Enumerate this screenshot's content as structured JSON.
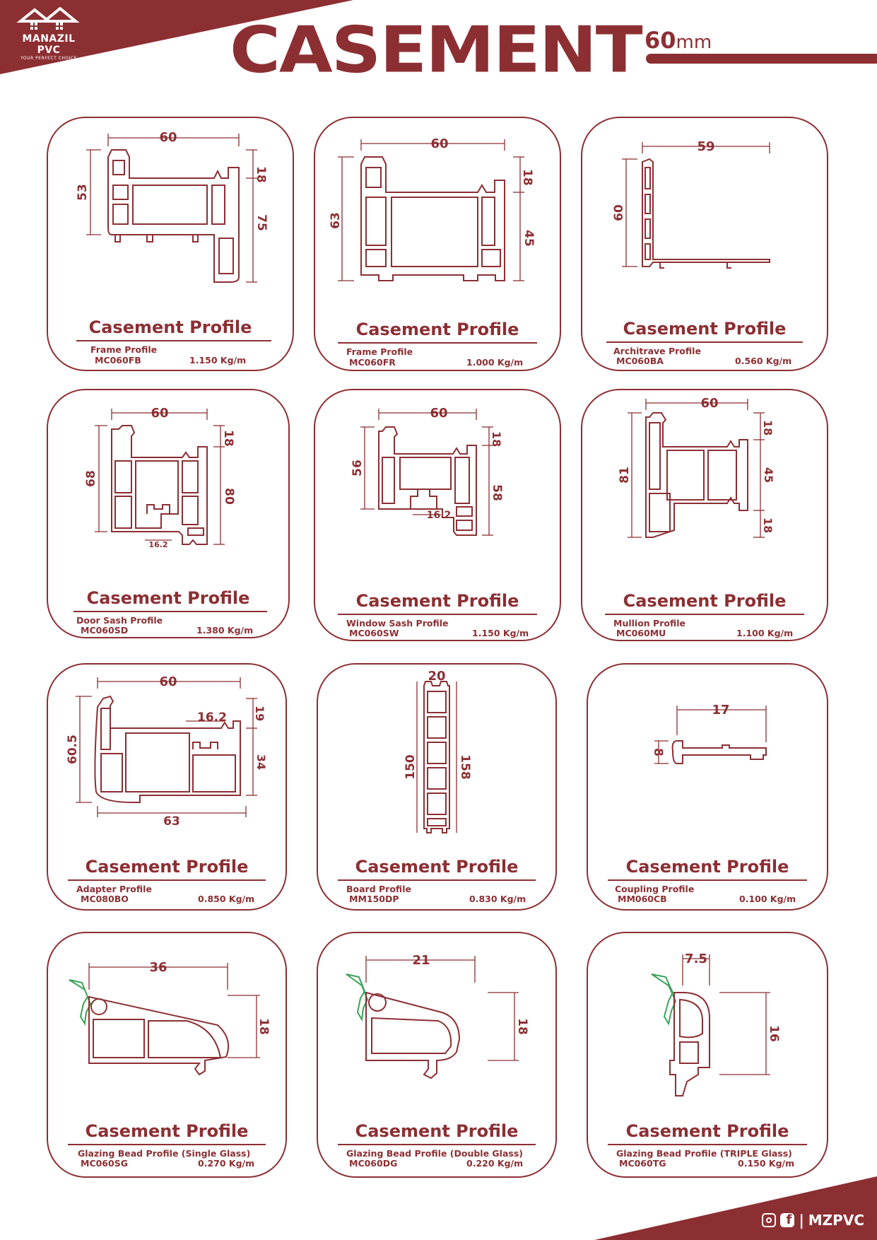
{
  "brand": {
    "name": "MANAZIL PVC",
    "tagline": "YOUR PERFECT CHOICE"
  },
  "header": {
    "title": "CASEMENT",
    "size_value": "60",
    "size_unit": "mm"
  },
  "cards": [
    {
      "title": "Casement Profile",
      "subtitle": "Frame Profile",
      "code": "MC060FB",
      "weight": "1.150 Kg/m",
      "dims": [
        "60",
        "18",
        "53",
        "75"
      ]
    },
    {
      "title": "Casement Profile",
      "subtitle": "Frame Profile",
      "code": "MC060FR",
      "weight": "1.000 Kg/m",
      "dims": [
        "60",
        "18",
        "63",
        "45"
      ]
    },
    {
      "title": "Casement Profile",
      "subtitle": "Architrave Profile",
      "code": "MC060BA",
      "weight": "0.560 Kg/m",
      "dims": [
        "59",
        "60"
      ]
    },
    {
      "title": "Casement Profile",
      "subtitle": "Door Sash Profile",
      "code": "MC060SD",
      "weight": "1.380 Kg/m",
      "dims": [
        "60",
        "18",
        "68",
        "80",
        "16.2"
      ]
    },
    {
      "title": "Casement Profile",
      "subtitle": "Window Sash Profile",
      "code": "MC060SW",
      "weight": "1.150 Kg/m",
      "dims": [
        "60",
        "18",
        "56",
        "58",
        "16.2"
      ]
    },
    {
      "title": "Casement Profile",
      "subtitle": "Mullion Profile",
      "code": "MC060MU",
      "weight": "1.100 Kg/m",
      "dims": [
        "60",
        "18",
        "81",
        "45",
        "18"
      ]
    },
    {
      "title": "Casement Profile",
      "subtitle": "Adapter Profile",
      "code": "MC080BO",
      "weight": "0.850 Kg/m",
      "dims": [
        "60",
        "16.2",
        "19",
        "60.5",
        "34",
        "63"
      ]
    },
    {
      "title": "Casement Profile",
      "subtitle": "Board Profile",
      "code": "MM150DP",
      "weight": "0.830 Kg/m",
      "dims": [
        "20",
        "150",
        "158"
      ]
    },
    {
      "title": "Casement Profile",
      "subtitle": "Coupling Profile",
      "code": "MM060CB",
      "weight": "0.100 Kg/m",
      "dims": [
        "17",
        "8"
      ]
    },
    {
      "title": "Casement Profile",
      "subtitle": "Glazing Bead Profile (Single Glass)",
      "code": "MC060SG",
      "weight": "0.270 Kg/m",
      "dims": [
        "36",
        "18"
      ]
    },
    {
      "title": "Casement Profile",
      "subtitle": "Glazing Bead Profile (Double Glass)",
      "code": "MC060DG",
      "weight": "0.220 Kg/m",
      "dims": [
        "21",
        "18"
      ]
    },
    {
      "title": "Casement Profile",
      "subtitle": "Glazing Bead Profile (TRIPLE Glass)",
      "code": "MC060TG",
      "weight": "0.150 Kg/m",
      "dims": [
        "7.5",
        "16"
      ]
    }
  ],
  "footer": {
    "handle": "MZPVC",
    "separator": "|",
    "icons": [
      "instagram-icon",
      "facebook-icon"
    ]
  },
  "colors": {
    "brand": "#8c2f33",
    "gasket": "#3aa35a",
    "background": "#ffffff"
  }
}
